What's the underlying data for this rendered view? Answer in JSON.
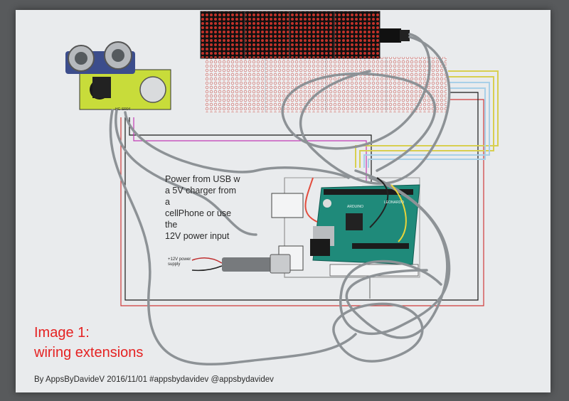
{
  "image": {
    "description_labels": {
      "power_note": "Power from USB w\na 5V charger from a\ncellPhone or use the\n12V power input",
      "supply_note": "+12V power\nsupply",
      "sensor_code": "HC-SR04",
      "caption_line1": "Image 1:",
      "caption_line2": "wiring extensions",
      "credit": "By AppsByDavideV 2016/11/01  #appsbydavidev @appsbydavidev"
    },
    "colors": {
      "caption": "#e52222",
      "pcb": "#1f8a7a",
      "sensor_board": "#c8dc3a",
      "led_matrix": "#1a1a1a",
      "wire_gray": "#8d9296"
    },
    "board_labels": {
      "arduino": "ARDUINO",
      "leonardo": "LEONARDO"
    }
  }
}
